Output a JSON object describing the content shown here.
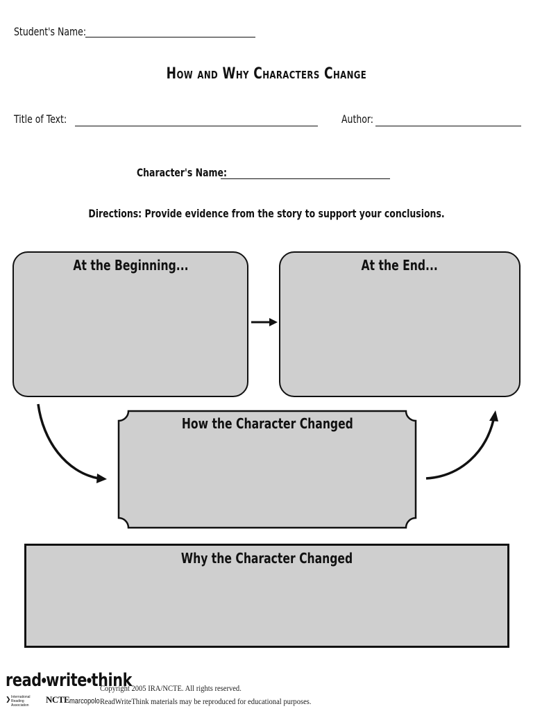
{
  "header": {
    "student_name_label": "Student's Name:",
    "title": "How and Why Characters Change",
    "title_of_text_label": "Title of Text:",
    "author_label": "Author:",
    "character_name_label": "Character's Name:",
    "directions": "Directions: Provide evidence from the story to support your conclusions."
  },
  "boxes": {
    "beginning": "At the Beginning...",
    "end": "At the End...",
    "how_changed": "How the Character Changed",
    "why_changed": "Why the Character Changed"
  },
  "footer": {
    "logo_read": "read",
    "logo_write": "write",
    "logo_think": "think",
    "partner_ira": "International Reading Association",
    "partner_ncte": "NCTE",
    "partner_marcopolo": "marcopolo",
    "copyright": "Copyright 2005 IRA/NCTE. All rights reserved.",
    "reproduce_note": "ReadWriteThink materials may be reproduced for educational purposes."
  },
  "colors": {
    "box_fill": "#cfcfcf",
    "ink": "#111111"
  }
}
